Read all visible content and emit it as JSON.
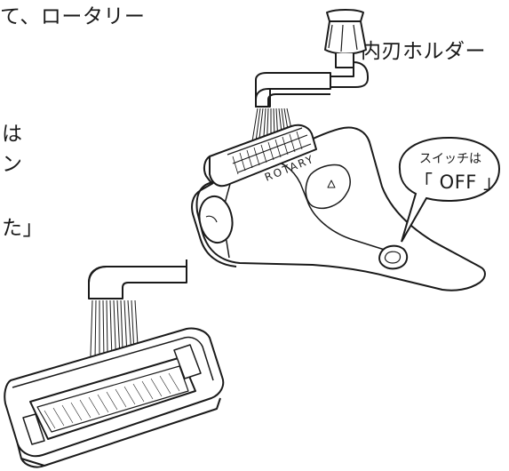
{
  "text_lines": {
    "line1": "て、ロータリー",
    "line2": "内刃ホルダー",
    "line3": "は",
    "line4": "ン",
    "line5": "た」"
  },
  "callout": {
    "line1": "スイッチは",
    "line2": "「 OFF 」"
  },
  "device_label": "ROTARY"
}
